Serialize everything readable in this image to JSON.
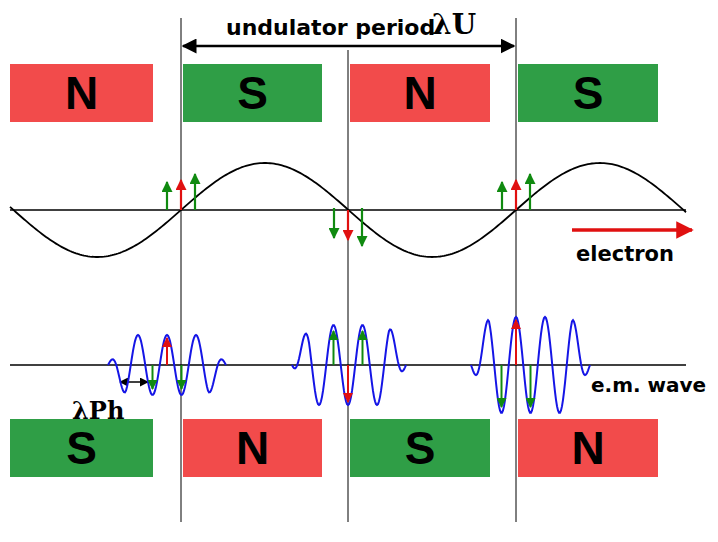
{
  "diagram": {
    "nodes": [
      {
        "text": [
          "N"
        ]
      },
      {
        "text": [
          "S"
        ]
      },
      {
        "text": [
          "N"
        ]
      },
      {
        "text": [
          "S"
        ]
      },
      {
        "text": [
          "S"
        ]
      },
      {
        "text": [
          "N"
        ]
      },
      {
        "text": [
          "S"
        ]
      },
      {
        "text": [
          "N"
        ]
      }
    ],
    "labels": [
      "undulator period",
      "λU",
      "electron",
      "λPh",
      "e.m. wave"
    ]
  }
}
